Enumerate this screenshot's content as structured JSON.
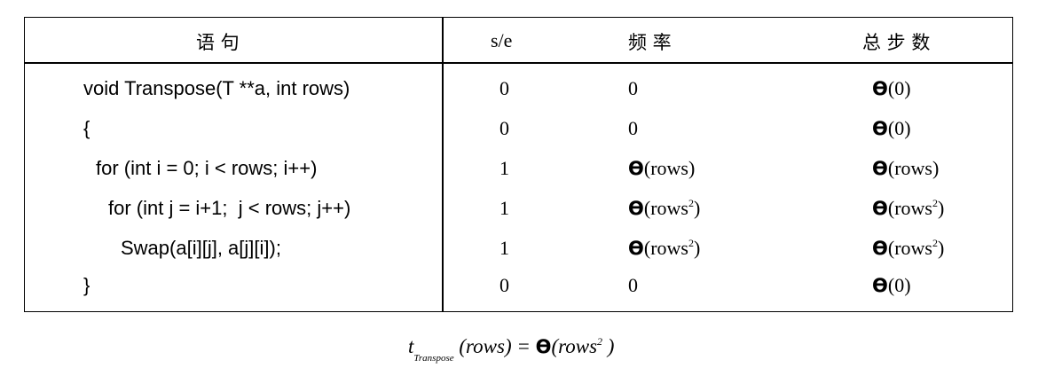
{
  "table": {
    "headers": {
      "statement": "语    句",
      "se": "s/e",
      "frequency": "频    率",
      "total_steps": "总 步 数"
    },
    "rows": [
      {
        "statement": "void Transpose(T **a, int rows)",
        "indent": 0,
        "se": "0",
        "frequency": {
          "theta": false,
          "arg": "0",
          "sup": ""
        },
        "total": {
          "theta": true,
          "arg": "0",
          "sup": ""
        }
      },
      {
        "statement": "{",
        "indent": 0,
        "se": "0",
        "frequency": {
          "theta": false,
          "arg": "0",
          "sup": ""
        },
        "total": {
          "theta": true,
          "arg": "0",
          "sup": ""
        }
      },
      {
        "statement": "for (int i = 0; i < rows; i++)",
        "indent": 1,
        "se": "1",
        "frequency": {
          "theta": true,
          "arg": "rows",
          "sup": ""
        },
        "total": {
          "theta": true,
          "arg": "rows",
          "sup": ""
        }
      },
      {
        "statement": "for (int j = i+1;  j < rows; j++)",
        "indent": 2,
        "se": "1",
        "frequency": {
          "theta": true,
          "arg": "rows",
          "sup": "2"
        },
        "total": {
          "theta": true,
          "arg": "rows",
          "sup": "2"
        }
      },
      {
        "statement": "Swap(a[i][j], a[j][i]);",
        "indent": 3,
        "se": "1",
        "frequency": {
          "theta": true,
          "arg": "rows",
          "sup": "2"
        },
        "total": {
          "theta": true,
          "arg": "rows",
          "sup": "2"
        }
      },
      {
        "statement": "}",
        "indent": 0,
        "se": "0",
        "frequency": {
          "theta": false,
          "arg": "0",
          "sup": ""
        },
        "total": {
          "theta": true,
          "arg": "0",
          "sup": ""
        }
      }
    ]
  },
  "symbols": {
    "theta": "ϴ",
    "open": "(",
    "close": ")"
  },
  "formula": {
    "t": "t",
    "subscript": "Transpose",
    "lhs_arg": "(rows) = ",
    "theta": "ϴ",
    "rhs_open": "(rows",
    "rhs_sup": "2",
    "rhs_close": " )"
  }
}
